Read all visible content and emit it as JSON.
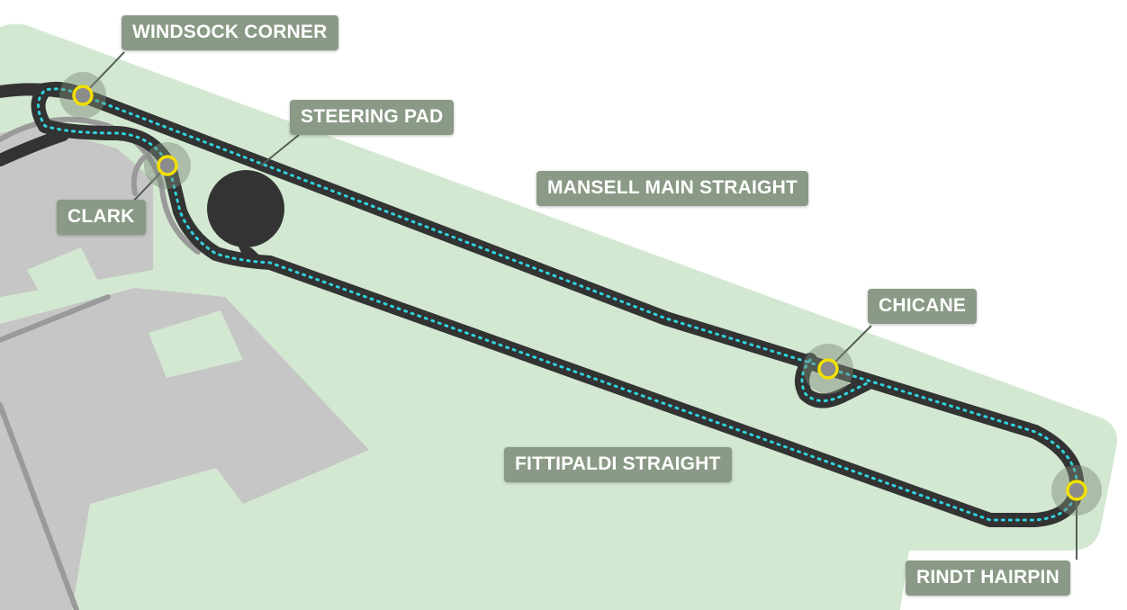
{
  "map": {
    "colors": {
      "background": "#ffffff",
      "site_area": "#d3e8d0",
      "buildings": "#c6c6c6",
      "roads": "#9a9a9a",
      "track": "#333333",
      "racing_line": "#2fd4df",
      "corner_marker_ring": "#f2e000",
      "label_background": "#8a9a86",
      "label_text": "#ffffff"
    },
    "corners": [
      {
        "id": "windsock",
        "label": "WINDSOCK CORNER"
      },
      {
        "id": "clark",
        "label": "CLARK"
      },
      {
        "id": "chicane",
        "label": "CHICANE"
      },
      {
        "id": "rindt",
        "label": "RINDT HAIRPIN"
      }
    ],
    "features": [
      {
        "id": "steering-pad",
        "label": "STEERING PAD"
      }
    ],
    "straights": [
      {
        "id": "mansell",
        "label": "MANSELL MAIN STRAIGHT"
      },
      {
        "id": "fittipaldi",
        "label": "FITTIPALDI STRAIGHT"
      }
    ]
  }
}
